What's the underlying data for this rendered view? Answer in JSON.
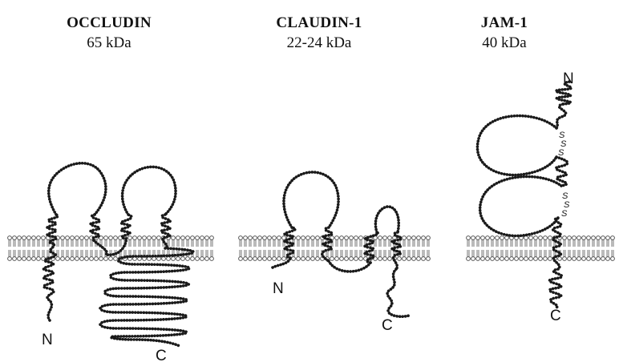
{
  "proteins": [
    {
      "name": "OCCLUDIN",
      "mass": "65 kDa",
      "n_label": "N",
      "c_label": "C"
    },
    {
      "name": "CLAUDIN-1",
      "mass": "22-24 kDa",
      "n_label": "N",
      "c_label": "C"
    },
    {
      "name": "JAM-1",
      "mass": "40 kDa",
      "n_label": "N",
      "c_label": "C",
      "disulfide_label": "S"
    }
  ],
  "colors": {
    "strand": "#1a1a1a",
    "lipid": "#555555",
    "background": "#ffffff"
  }
}
